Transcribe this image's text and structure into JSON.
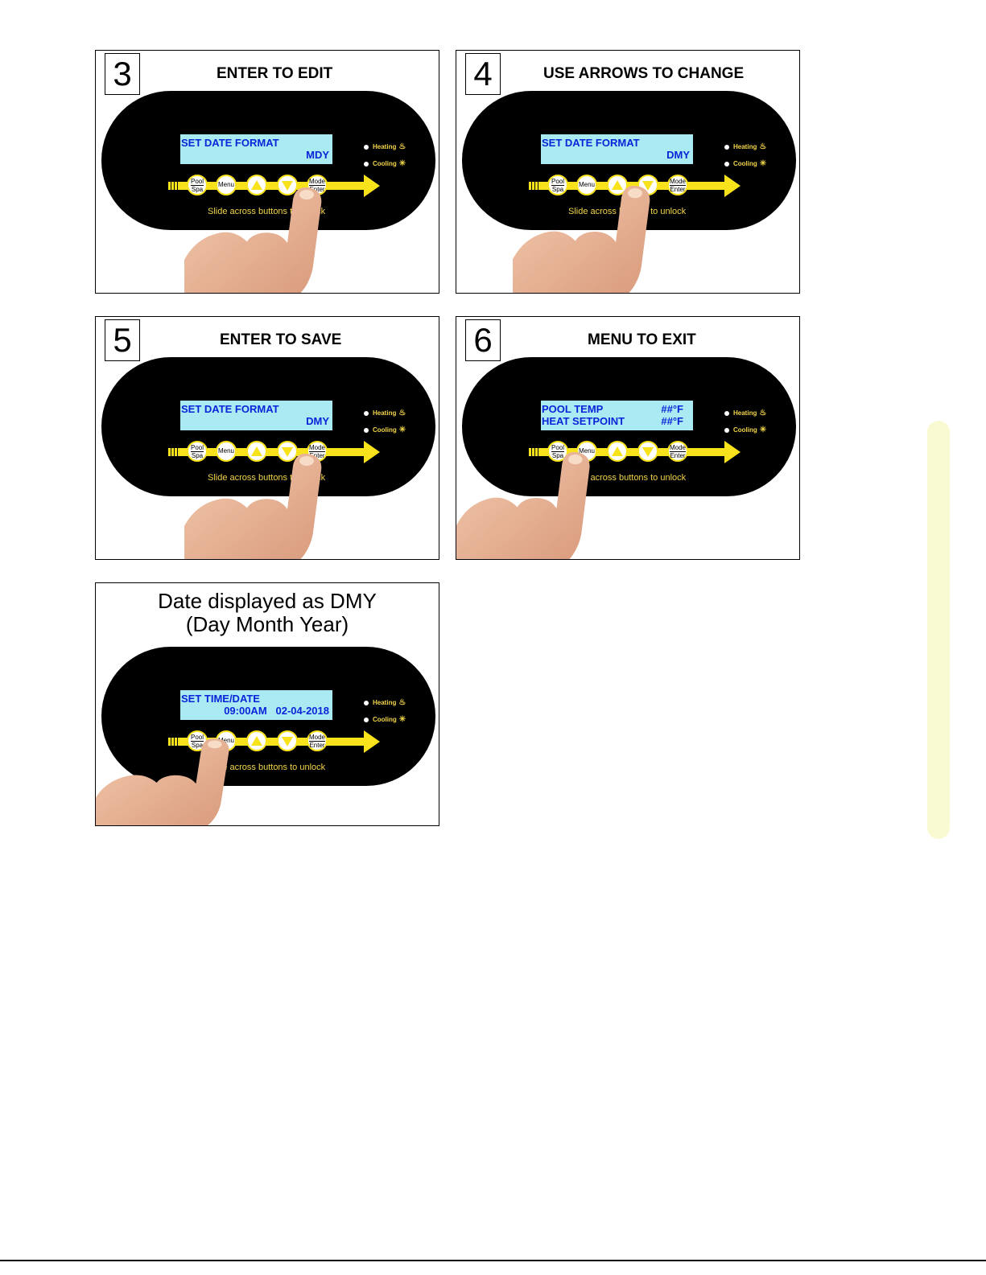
{
  "panels": [
    {
      "number": "3",
      "title": "ENTER TO EDIT",
      "lcd": {
        "line1": "SET DATE FORMAT",
        "line2": "MDY"
      },
      "finger_on": "mode"
    },
    {
      "number": "4",
      "title": "USE ARROWS TO CHANGE",
      "lcd": {
        "line1": "SET DATE FORMAT",
        "line2": "DMY"
      },
      "finger_on": "down"
    },
    {
      "number": "5",
      "title": "ENTER TO SAVE",
      "lcd": {
        "line1": "SET DATE FORMAT",
        "line2": "DMY"
      },
      "finger_on": "mode"
    },
    {
      "number": "6",
      "title": "MENU TO EXIT",
      "lcd": {
        "line1": "POOL TEMP",
        "line1_right": "##°F",
        "line2": "HEAT SETPOINT",
        "line2_right": "##°F"
      },
      "finger_on": "menu"
    },
    {
      "title_line1": "Date displayed as DMY",
      "title_line2": "(Day Month Year)",
      "lcd": {
        "line1": "SET TIME/DATE",
        "line2": "09:00AM   02-04-2018"
      },
      "finger_on": "menu"
    }
  ],
  "controller": {
    "heating_label": "Heating",
    "cooling_label": "Cooling",
    "pool_label": "Pool",
    "spa_label": "Spa",
    "menu_label": "Menu",
    "mode_label": "Mode",
    "enter_label": "Enter",
    "slide_text": "Slide across buttons to unlock"
  },
  "colors": {
    "lcd_bg": "#a9eaf3",
    "lcd_text": "#0a24d8",
    "accent_yellow": "#f7e21c",
    "label_yellow": "#f2d54a",
    "side_tab": "#fafad2"
  }
}
